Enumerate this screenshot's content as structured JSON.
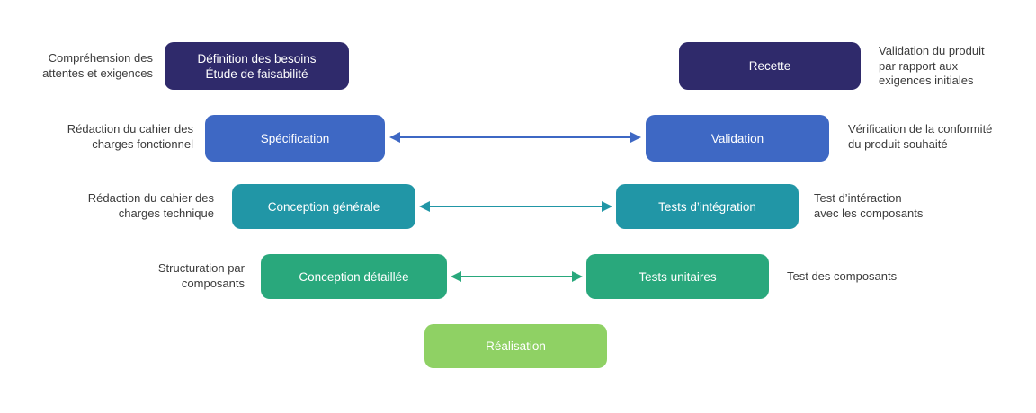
{
  "diagram": {
    "type": "v-model-lifecycle",
    "colors": {
      "level1": "#2f2a6b",
      "level2": "#3e68c4",
      "level3": "#2196a6",
      "level4": "#29a87c",
      "level5": "#8fd164",
      "box_text": "#ffffff",
      "label_text": "#3b3b3b"
    },
    "rows": [
      {
        "left_label": {
          "lines": [
            "Compréhension des",
            "attentes et exigences"
          ]
        },
        "left_box": {
          "lines": [
            "Définition des besoins",
            "Étude de faisabilité"
          ]
        },
        "right_box": {
          "lines": [
            "Recette"
          ]
        },
        "right_label": {
          "lines": [
            "Validation du produit",
            "par rapport aux",
            "exigences initiales"
          ]
        },
        "arrow": false
      },
      {
        "left_label": {
          "lines": [
            "Rédaction du cahier des",
            "charges fonctionnel"
          ]
        },
        "left_box": {
          "lines": [
            "Spécification"
          ]
        },
        "right_box": {
          "lines": [
            "Validation"
          ]
        },
        "right_label": {
          "lines": [
            "Vérification de la conformité",
            "du produit souhaité"
          ]
        },
        "arrow": true
      },
      {
        "left_label": {
          "lines": [
            "Rédaction du cahier des",
            "charges technique"
          ]
        },
        "left_box": {
          "lines": [
            "Conception générale"
          ]
        },
        "right_box": {
          "lines": [
            "Tests d’intégration"
          ]
        },
        "right_label": {
          "lines": [
            "Test d’intéraction",
            "avec les composants"
          ]
        },
        "arrow": true
      },
      {
        "left_label": {
          "lines": [
            "Structuration par",
            "composants"
          ]
        },
        "left_box": {
          "lines": [
            "Conception détaillée"
          ]
        },
        "right_box": {
          "lines": [
            "Tests unitaires"
          ]
        },
        "right_label": {
          "lines": [
            "Test des composants"
          ]
        },
        "arrow": true
      }
    ],
    "bottom_box": {
      "lines": [
        "Réalisation"
      ]
    }
  }
}
